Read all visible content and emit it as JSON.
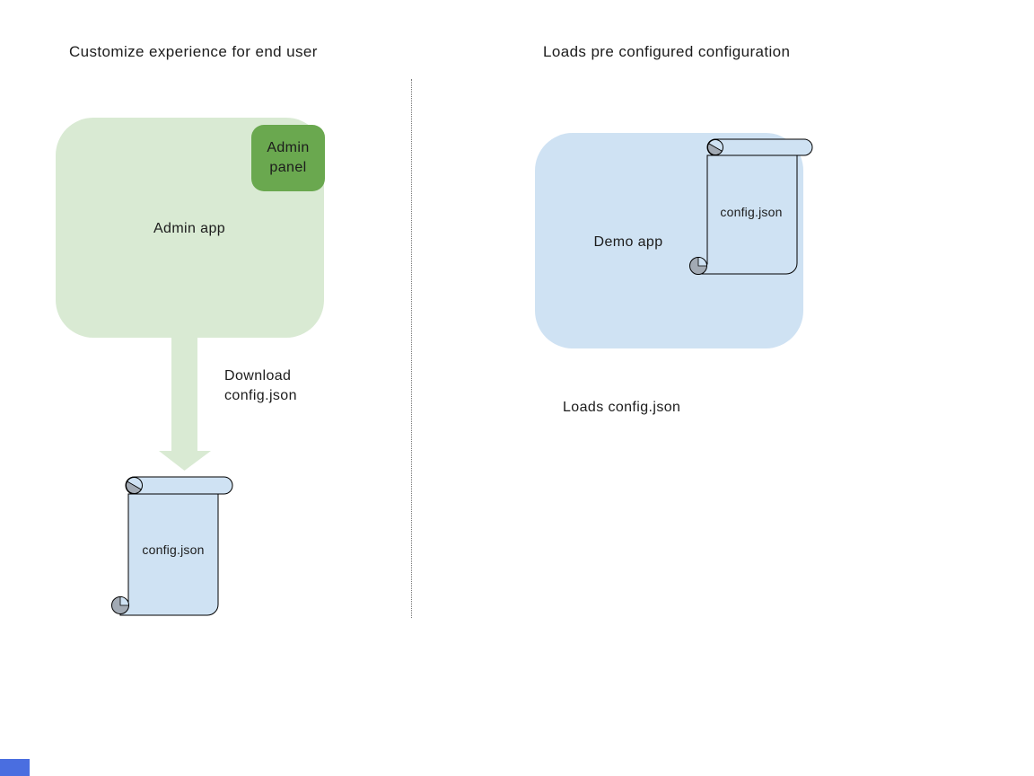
{
  "left_panel": {
    "title": "Customize experience for end user",
    "admin_app_label": "Admin app",
    "admin_panel_label": "Admin panel",
    "download_caption": "Download config.json",
    "scroll_label": "config.json"
  },
  "right_panel": {
    "title": "Loads pre configured configuration",
    "demo_app_label": "Demo app",
    "scroll_label": "config.json",
    "loads_caption": "Loads config.json"
  },
  "colors": {
    "light_green": "#d9ead3",
    "dark_green": "#6aa84f",
    "light_blue": "#cfe2f3",
    "curl_gray": "#a2aab4",
    "text": "#1c1c1c",
    "divider": "#787878",
    "corner_blue": "#4a6ee0"
  }
}
